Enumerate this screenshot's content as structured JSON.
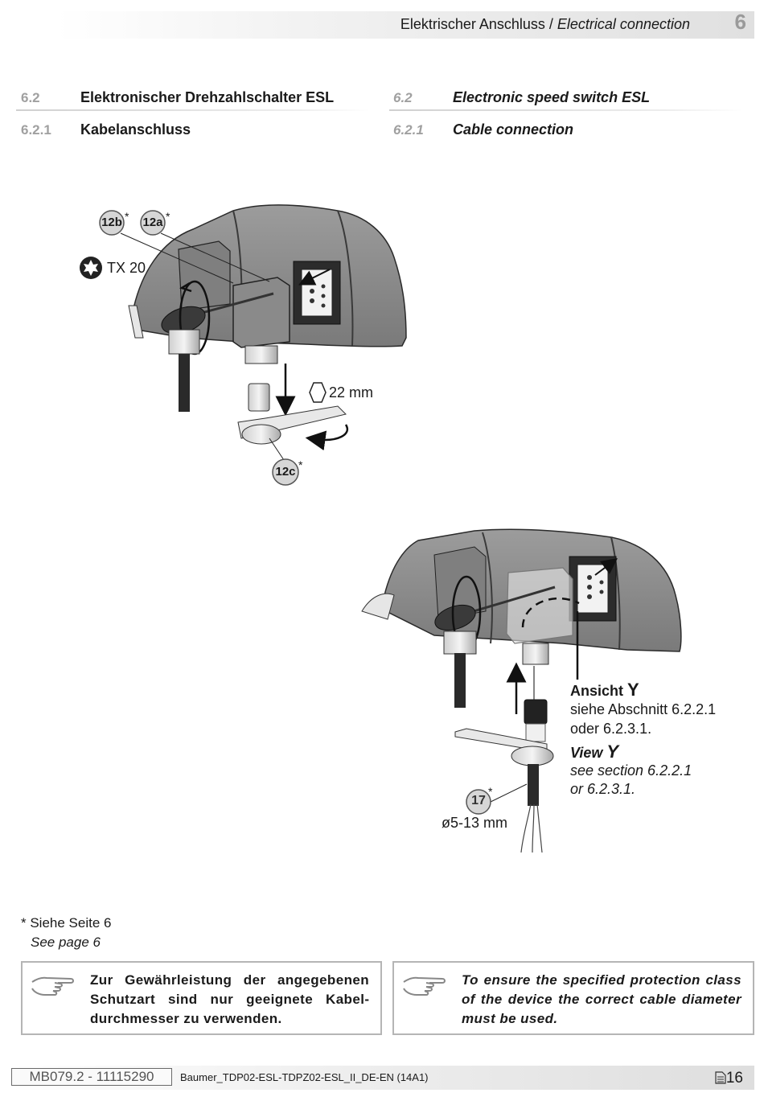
{
  "header": {
    "title_de": "Elektrischer Anschluss",
    "separator": " / ",
    "title_en": "Electrical connection",
    "chapter": "6"
  },
  "sections": {
    "s62": {
      "num": "6.2",
      "title_de": "Elektronischer Drehzahlschalter ESL",
      "title_en": "Electronic speed switch ESL"
    },
    "s621": {
      "num": "6.2.1",
      "title_de": "Kabelanschluss",
      "title_en": "Cable connection"
    }
  },
  "figure1": {
    "callout_12b": "12b",
    "callout_12a": "12a",
    "callout_12c": "12c",
    "asterisk": "*",
    "tool": "TX 20",
    "wrench": "22 mm"
  },
  "figure2": {
    "callout_17": "17",
    "asterisk": "*",
    "cable_diameter": "ø5-13 mm",
    "view_de_label": "Ansicht ",
    "view_letter": "Y",
    "view_de_line1": "siehe Abschnitt 6.2.2.1",
    "view_de_line2": "oder 6.2.3.1.",
    "view_en_label": "View ",
    "view_en_line1": "see section 6.2.2.1",
    "view_en_line2": "or 6.2.3.1."
  },
  "footnote": {
    "de": "* Siehe Seite 6",
    "en": "See page 6"
  },
  "notes": {
    "de": "Zur Gewährleistung der angegebenen Schutzart sind nur geeignete Kabel­durchmesser zu verwenden.",
    "en": "To ensure the specified protection class of the device the correct cable diameter must be used."
  },
  "footer": {
    "doc_id": "MB079.2 - 11115290",
    "doc_file": "Baumer_TDP02-ESL-TDPZ02-ESL_II_DE-EN (14A1)",
    "page": "16"
  },
  "colors": {
    "housing": "#8e8e8e",
    "housing_dark": "#6e6e6e",
    "heading_num": "#a0a0a0",
    "border": "#b5b5b5"
  }
}
